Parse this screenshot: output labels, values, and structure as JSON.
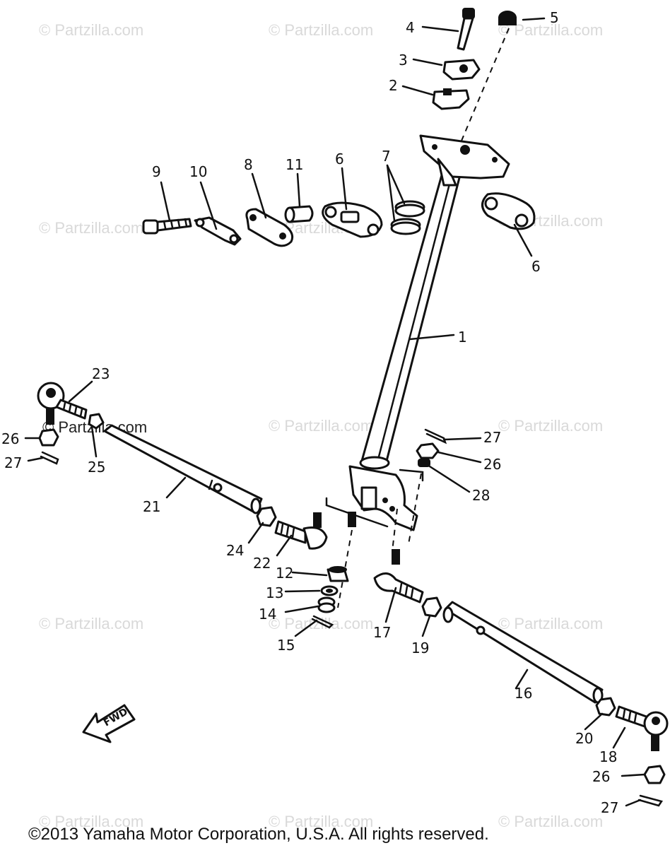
{
  "watermark": "© Partzilla.com",
  "copyright": "©2013 Yamaha Motor Corporation, U.S.A. All rights reserved.",
  "fwd_label": "FWD",
  "callouts": {
    "c1": "1",
    "c2": "2",
    "c3": "3",
    "c4": "4",
    "c5": "5",
    "c6a": "6",
    "c6b": "6",
    "c7": "7",
    "c8": "8",
    "c9": "9",
    "c10": "10",
    "c11": "11",
    "c12": "12",
    "c13": "13",
    "c14": "14",
    "c15": "15",
    "c16": "16",
    "c17": "17",
    "c18": "18",
    "c19": "19",
    "c20": "20",
    "c21": "21",
    "c22": "22",
    "c23": "23",
    "c24": "24",
    "c25": "25",
    "c26a": "26",
    "c26b": "26",
    "c26c": "26",
    "c27a": "27",
    "c27b": "27",
    "c27c": "27",
    "c28": "28"
  }
}
